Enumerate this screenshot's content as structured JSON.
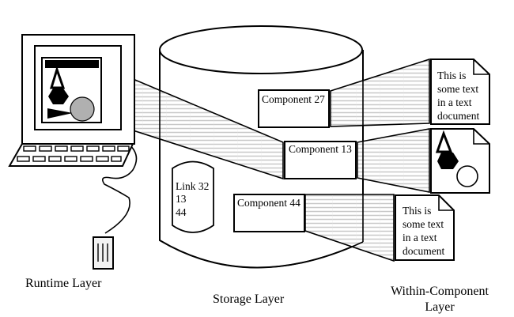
{
  "diagram": {
    "layers": {
      "runtime": "Runtime Layer",
      "storage": "Storage Layer",
      "within_component": [
        "Within-Component",
        "Layer"
      ]
    },
    "components": {
      "c27": "Component 27",
      "c13": "Component 13",
      "c44": "Component 44"
    },
    "link": [
      "Link 32",
      "13",
      "44"
    ],
    "documents": {
      "text_doc_1": [
        "This is",
        "some text",
        "in a text",
        "document"
      ],
      "text_doc_2": [
        "This is",
        "some text",
        "in a text",
        "document"
      ]
    },
    "colors": {
      "stroke": "#000000",
      "hatch": "#c8c8c8",
      "circle_fill": "#b0b0b0",
      "disk_fill": "#f2f2f2"
    }
  }
}
